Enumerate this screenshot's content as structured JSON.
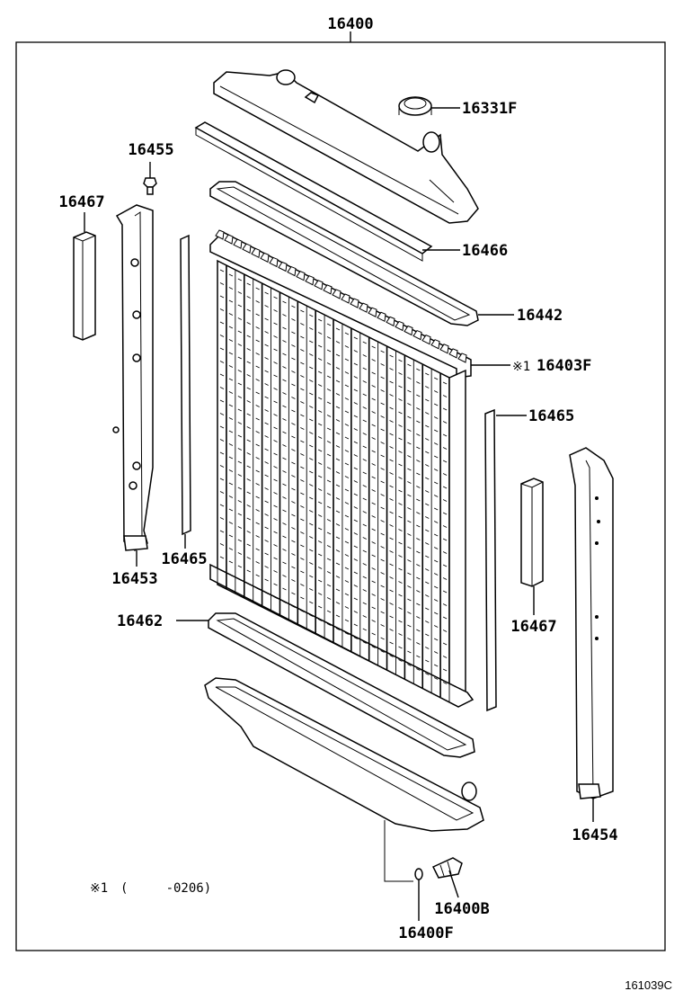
{
  "diagram": {
    "assembly_number": "16400",
    "figure_code": "161039C",
    "footnote": {
      "mark": "※1",
      "text": "(     -0206)"
    },
    "callouts": [
      {
        "key": "cap",
        "number": "16331F"
      },
      {
        "key": "bolt",
        "number": "16455"
      },
      {
        "key": "seal_left",
        "number": "16467"
      },
      {
        "key": "seal_top",
        "number": "16466"
      },
      {
        "key": "gasket_top",
        "number": "16442"
      },
      {
        "key": "core",
        "prefix": "※1",
        "number": "16403F"
      },
      {
        "key": "rubber_right",
        "number": "16465"
      },
      {
        "key": "rubber_left",
        "number": "16465"
      },
      {
        "key": "support_left",
        "number": "16453"
      },
      {
        "key": "gasket_bottom",
        "number": "16462"
      },
      {
        "key": "seal_right",
        "number": "16467"
      },
      {
        "key": "support_right",
        "number": "16454"
      },
      {
        "key": "drain_cock",
        "number": "16400B"
      },
      {
        "key": "oring",
        "number": "16400F"
      }
    ]
  }
}
